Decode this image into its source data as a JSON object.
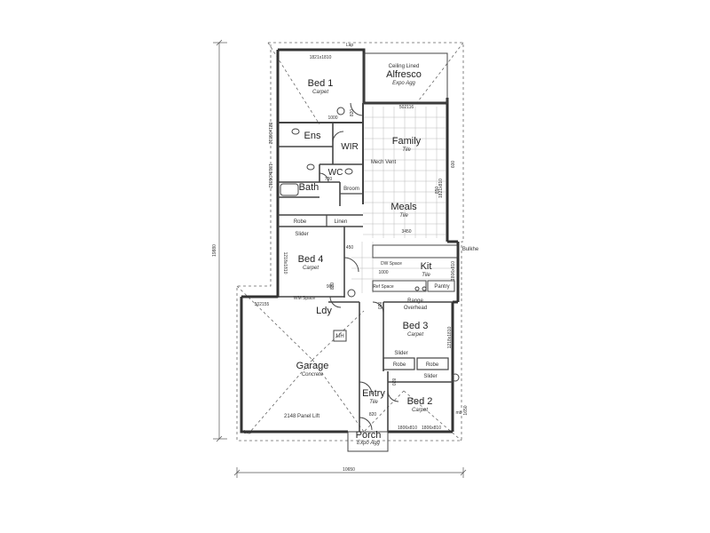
{
  "rooms": {
    "bed1": {
      "name": "Bed 1",
      "finish": "Carpet"
    },
    "alfresco": {
      "name": "Alfresco",
      "note": "Ceiling Lined",
      "finish": "Expo Agg"
    },
    "ens": {
      "name": "Ens"
    },
    "wir": {
      "name": "WIR"
    },
    "family": {
      "name": "Family",
      "finish": "Tile"
    },
    "wc": {
      "name": "WC"
    },
    "bath": {
      "name": "Bath"
    },
    "broom": {
      "name": "Broom"
    },
    "meals": {
      "name": "Meals",
      "finish": "Tile"
    },
    "robe": "Robe",
    "linen": "Linen",
    "bed4": {
      "name": "Bed 4",
      "finish": "Carpet"
    },
    "kit": {
      "name": "Kit",
      "finish": "Tile"
    },
    "pantry": "Pantry",
    "ldy": {
      "name": "Ldy"
    },
    "bed3": {
      "name": "Bed 3",
      "finish": "Carpet"
    },
    "garage": {
      "name": "Garage",
      "finish": "Concrete"
    },
    "entry": {
      "name": "Entry",
      "finish": "Tile"
    },
    "bed2": {
      "name": "Bed 2",
      "finish": "Carpet"
    },
    "porch": {
      "name": "Porch",
      "finish": "Expo Agg"
    }
  },
  "annotations": {
    "mech_vent": "Mech Vent",
    "bulkhead": "Bulkhe",
    "dw_space": "DW Space",
    "ref_space": "Ref Space",
    "range": "Range",
    "overhead": "Overhead",
    "wm_space": "WM Space",
    "mh": "MH",
    "panel_lift": "2148 Panel Lift",
    "slider": "Slider",
    "lap": "Lap",
    "mb": "mb"
  },
  "dimensions": {
    "overall_width": "10650",
    "overall_depth": "19880",
    "window_bed1": "1821x1810",
    "window_family": "502116",
    "window_garage": "502155",
    "window_bed3": "1218x1810",
    "window_bed2_a": "1806x810",
    "window_bed2_b": "1806x810",
    "window_bed4": "1218x1810",
    "window_ens": "821x06812",
    "window_bath": "1818x06812",
    "window_meals": "1821x810",
    "window_kit": "1806x810",
    "door_820": "820",
    "door_720": "720",
    "dim_1000": "1000",
    "dim_3450": "3450",
    "dim_450": "450",
    "dim_600": "600",
    "dim_850": "850",
    "dim_900": "900",
    "dim_1000b": "1000",
    "dim_mb": "1650"
  }
}
